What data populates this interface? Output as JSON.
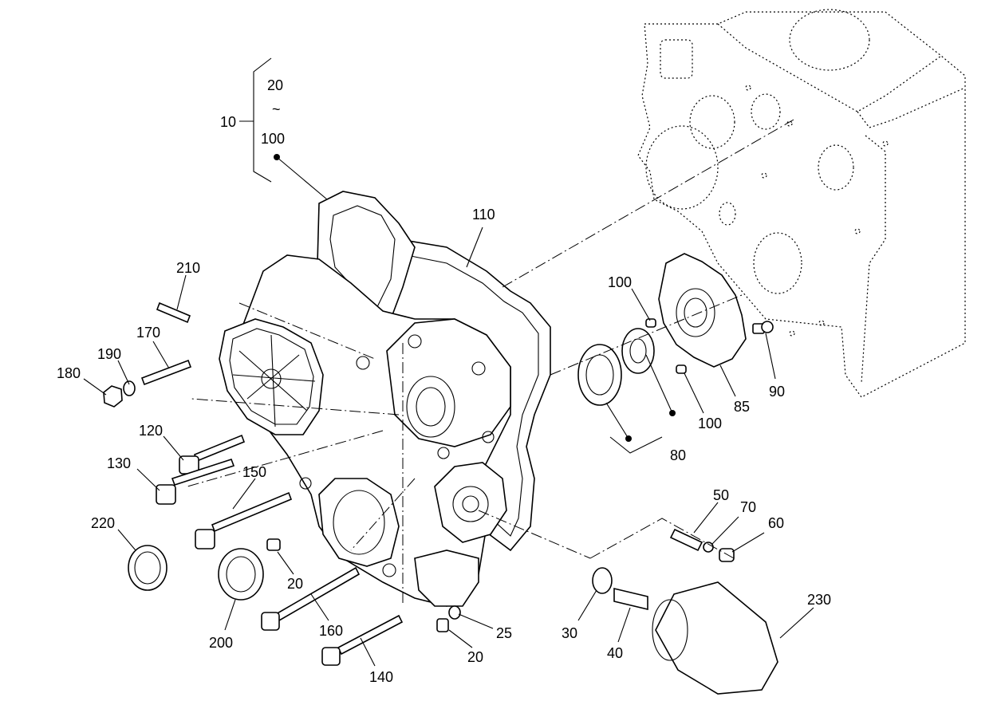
{
  "labels": {
    "l10": "10",
    "l20_range_start": "20",
    "l_tilde": "~",
    "l100_range_end": "100",
    "l110": "110",
    "l210": "210",
    "l170": "170",
    "l190": "190",
    "l180": "180",
    "l120": "120",
    "l130": "130",
    "l150": "150",
    "l220": "220",
    "l200": "200",
    "l20_a": "20",
    "l160": "160",
    "l140": "140",
    "l20_b": "20",
    "l25": "25",
    "l100_a": "100",
    "l100_b": "100",
    "l85": "85",
    "l90": "90",
    "l80": "80",
    "l50": "50",
    "l70": "70",
    "l60": "60",
    "l30": "30",
    "l40": "40",
    "l230": "230"
  }
}
